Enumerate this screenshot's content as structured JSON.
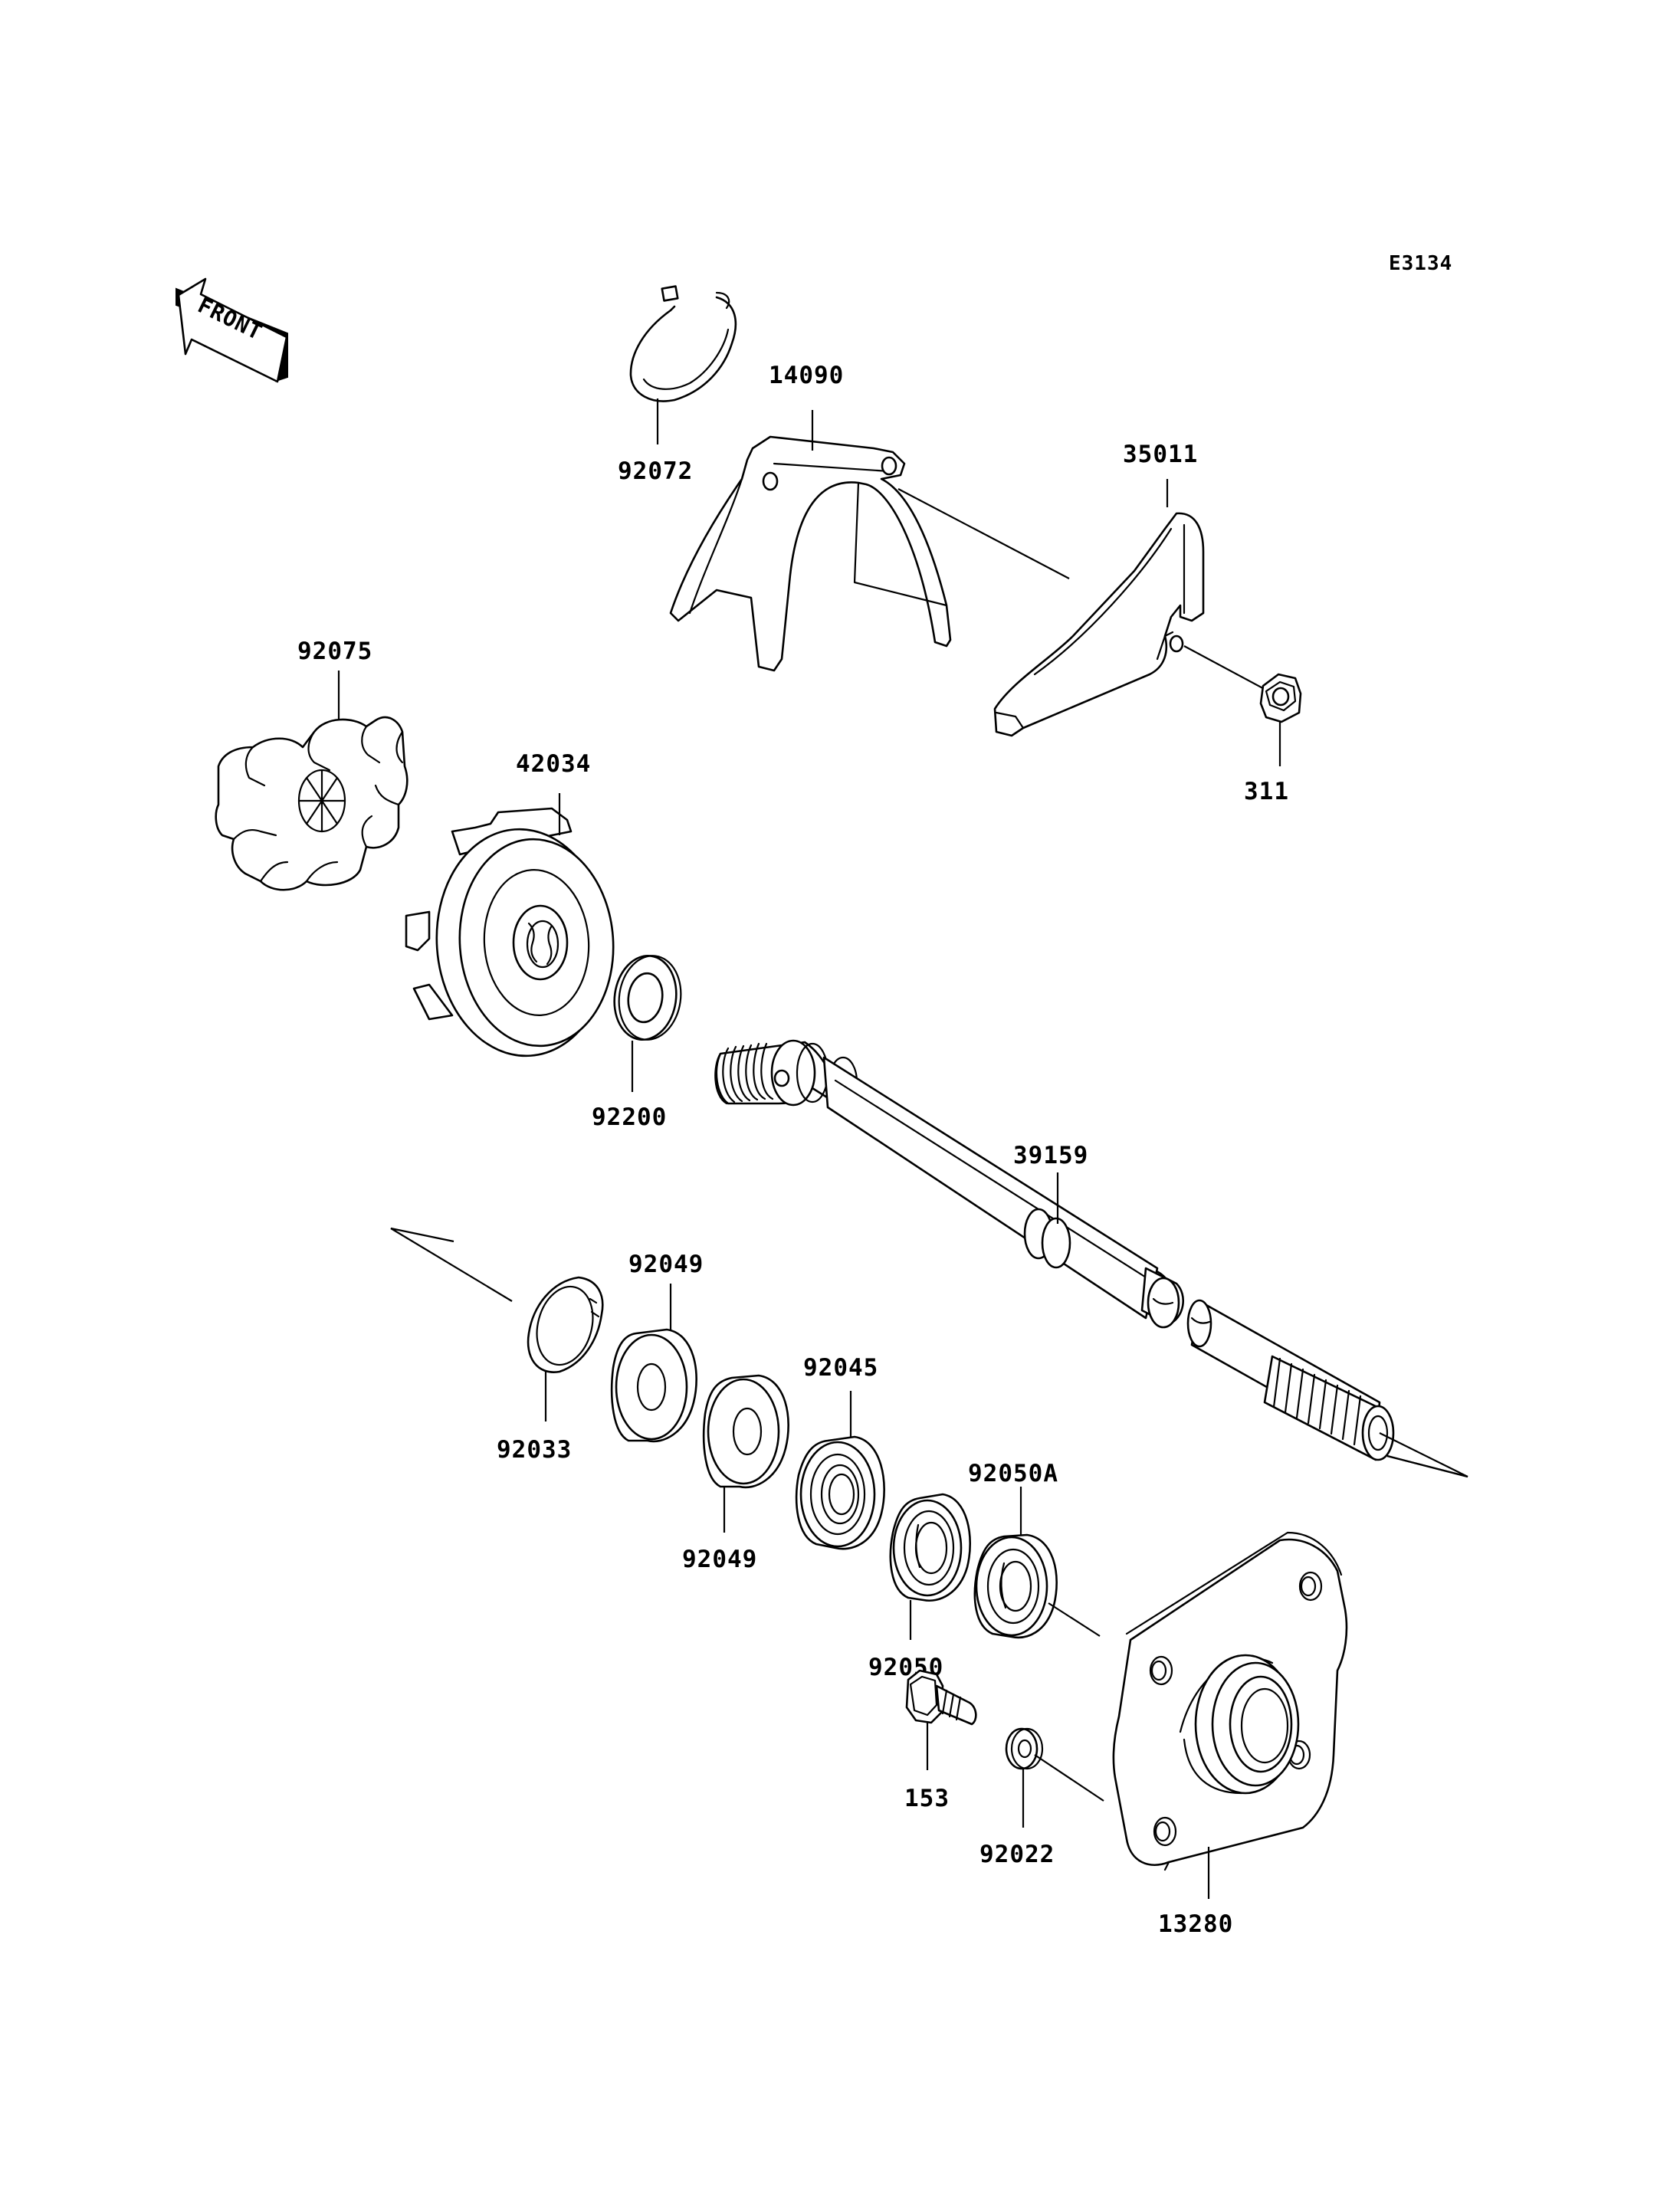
{
  "diagram_code": "E3134",
  "front_arrow_label": "FRONT",
  "labels": {
    "p92072": "92072",
    "p14090": "14090",
    "p35011": "35011",
    "p311": "311",
    "p92075": "92075",
    "p42034": "42034",
    "p92200": "92200",
    "p39159": "39159",
    "p92049a": "92049",
    "p92049b": "92049",
    "p92033": "92033",
    "p92045": "92045",
    "p92050A": "92050A",
    "p92050": "92050",
    "p153": "153",
    "p92022": "92022",
    "p13280": "13280"
  }
}
